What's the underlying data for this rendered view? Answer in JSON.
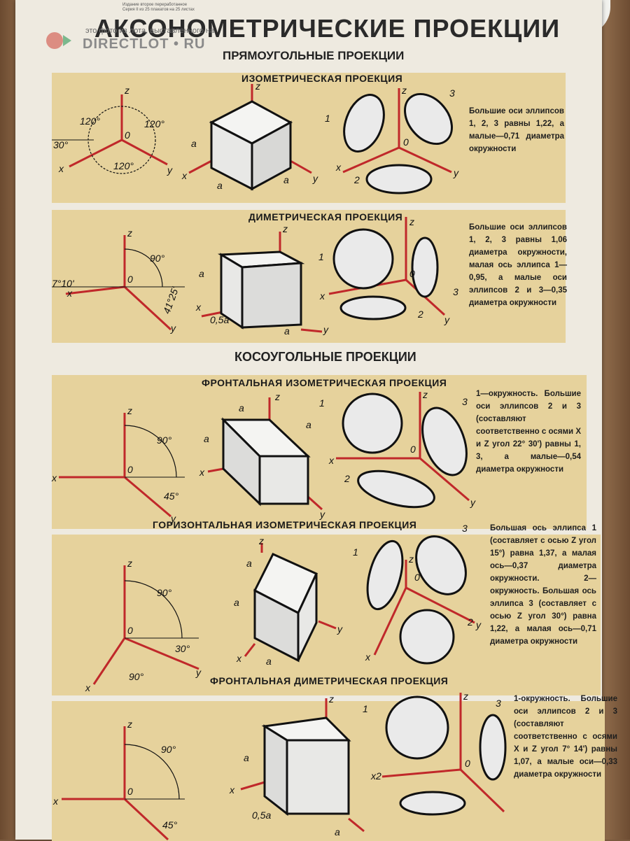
{
  "watermark": "это фото из лота, выставленного на",
  "brand": "DIRECTLOT • RU",
  "title": "АКСОНОМЕТРИЧЕСКИЕ ПРОЕКЦИИ",
  "subtitle_rect": "ПРЯМОУГОЛЬНЫЕ ПРОЕКЦИИ",
  "subtitle_oblique": "КОСОУГОЛЬНЫЕ ПРОЕКЦИИ",
  "top_small": [
    "Издание второе переработанное",
    "Серия II из 25 плакатов на 25 листах"
  ],
  "panels": [
    {
      "title": "ИЗОМЕТРИЧЕСКАЯ ПРОЕКЦИЯ",
      "desc": "Большие оси эллипсов 1, 2, 3 равны 1,22, а малые—0,71 диаметра окружности",
      "angles": [
        "120°",
        "120°",
        "120°",
        "30°"
      ]
    },
    {
      "title": "ДИМЕТРИЧЕСКАЯ ПРОЕКЦИЯ",
      "desc": "Большие оси эллипсов 1, 2, 3 равны 1,06 диаметра окружности, малая ось эллипса 1—0,95, а малые оси эллипсов 2 и 3—0,35 диаметра окружности",
      "angles": [
        "90°",
        "7°10'",
        "41°25'"
      ]
    },
    {
      "title": "ФРОНТАЛЬНАЯ ИЗОМЕТРИЧЕСКАЯ ПРОЕКЦИЯ",
      "desc": "1—окружность. Большие оси эллипсов 2 и 3 (составляют соответственно с осями X и Z угол 22° 30') равны 1, 3, а малые—0,54 диаметра окружности",
      "angles": [
        "90°",
        "45°"
      ]
    },
    {
      "title": "ГОРИЗОНТАЛЬНАЯ ИЗОМЕТРИЧЕСКАЯ ПРОЕКЦИЯ",
      "desc": "Большая ось эллипса 1 (составляет с осью Z угол 15°) равна 1,37, а малая ось—0,37 диаметра окружности. 2—окружность. Большая ось эллипса 3 (составляет с осью Z угол 30°) равна 1,22, а малая ось—0,71 диаметра окружности",
      "angles": [
        "90°",
        "30°",
        "90°"
      ]
    },
    {
      "title": "ФРОНТАЛЬНАЯ ДИМЕТРИЧЕСКАЯ ПРОЕКЦИЯ",
      "desc": "1-окружность. Большие оси эллипсов 2 и 3 (составляют соответственно с осями X и Z угол 7° 14') равны 1,07, а малые оси—0,33 диаметра окружности",
      "angles": [
        "90°",
        "45°"
      ]
    }
  ],
  "axis_labels": {
    "x": "x",
    "y": "y",
    "z": "z",
    "o": "0",
    "a": "a",
    "half_a": "0,5a",
    "x2": "x2",
    "n1": "1",
    "n2": "2",
    "n3": "3"
  },
  "colors": {
    "panel": "#e6d29c",
    "axis_red": "#c0282a",
    "poster": "#eeeae0",
    "ink": "#111111"
  }
}
